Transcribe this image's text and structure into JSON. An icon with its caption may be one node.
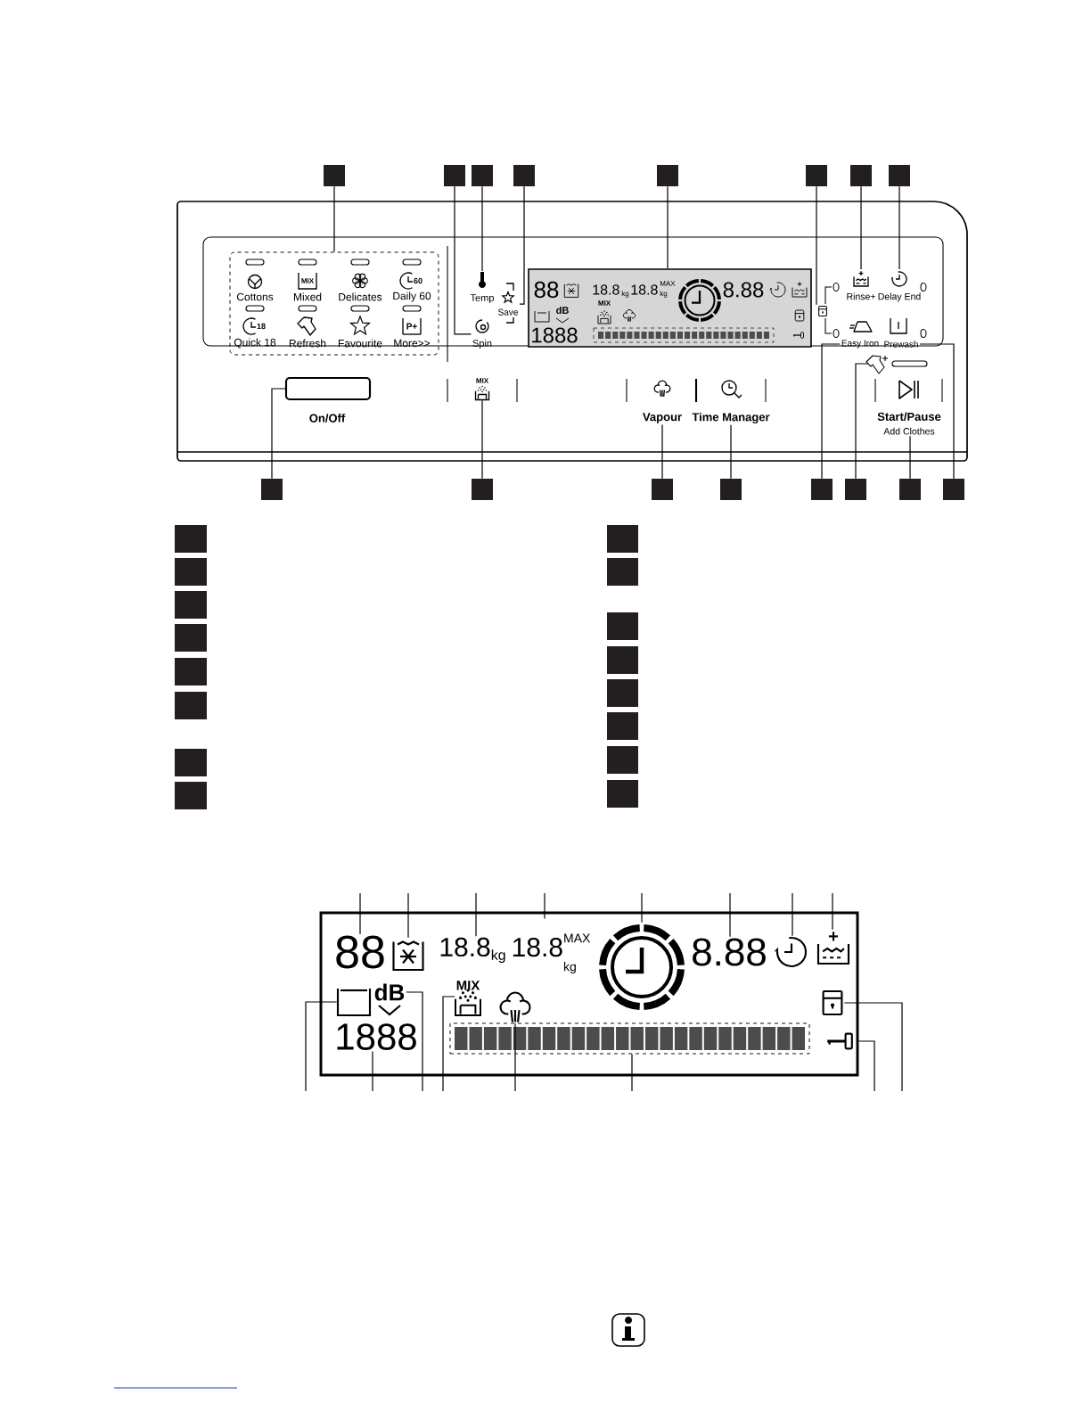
{
  "diagram": {
    "nodes": [
      {
        "text": [],
        "shape": "box"
      },
      {
        "text": [],
        "shape": "box"
      },
      {
        "text": [],
        "shape": "box"
      },
      {
        "text": [],
        "shape": "box"
      },
      {
        "text": [],
        "shape": "box"
      },
      {
        "text": [],
        "shape": "box"
      },
      {
        "text": [],
        "shape": "box"
      },
      {
        "text": [],
        "shape": "box"
      },
      {
        "text": [],
        "shape": "box"
      },
      {
        "text": [
          "Cottons",
          "Mixed",
          "Delicates",
          "Daily 60",
          "Quick 18",
          "Refresh",
          "Favourite",
          "More>>"
        ],
        "in": 8
      },
      {
        "text": [
          "Temp"
        ],
        "in": 8
      },
      {
        "text": [
          "Save"
        ],
        "in": 8
      },
      {
        "text": [
          "Spin"
        ],
        "in": 8
      },
      {
        "text": [
          "88",
          "18.8",
          "kg",
          "18.8",
          "MAX",
          "kg",
          "8.88",
          "dB",
          "MIX",
          "1888"
        ],
        "in": 8
      },
      {
        "text": [],
        "shape": "picture",
        "in": 8
      },
      {
        "text": [
          "Rinse+"
        ],
        "in": 8
      },
      {
        "text": [
          "Delay End"
        ],
        "in": 8
      },
      {
        "text": [
          "Easy Iron"
        ],
        "in": 8
      },
      {
        "text": [
          "Prewash"
        ],
        "in": 8
      },
      {
        "text": [],
        "shape": "picture",
        "in": 8
      },
      {
        "text": [
          "On/Off"
        ],
        "in": 8
      },
      {
        "text": [],
        "shape": "picture",
        "in": 8
      },
      {
        "text": [
          "Vapour"
        ],
        "in": 8
      },
      {
        "text": [
          "Time Manager"
        ],
        "in": 8
      },
      {
        "text": [
          "Start/Pause",
          "Add Clothes"
        ],
        "in": 8
      },
      {
        "text": [],
        "shape": "box"
      },
      {
        "text": [],
        "shape": "box"
      },
      {
        "text": [],
        "shape": "box"
      },
      {
        "text": [],
        "shape": "box"
      },
      {
        "text": [],
        "shape": "box"
      },
      {
        "text": [],
        "shape": "box"
      },
      {
        "text": [],
        "shape": "box"
      },
      {
        "text": [],
        "shape": "box"
      },
      {
        "text": [],
        "shape": "box"
      },
      {
        "text": [],
        "shape": "box"
      },
      {
        "text": [],
        "shape": "box"
      },
      {
        "text": [],
        "shape": "box"
      },
      {
        "text": [],
        "shape": "box"
      },
      {
        "text": [],
        "shape": "box"
      },
      {
        "text": [],
        "shape": "box"
      },
      {
        "text": [],
        "shape": "box"
      },
      {
        "text": [],
        "shape": "box"
      },
      {
        "text": [],
        "shape": "box"
      },
      {
        "text": [],
        "shape": "box"
      },
      {
        "text": [],
        "shape": "box"
      },
      {
        "text": [],
        "shape": "box"
      },
      {
        "text": [],
        "shape": "box"
      },
      {
        "text": [],
        "shape": "box"
      },
      {
        "text": [],
        "shape": "box"
      },
      {
        "text": [],
        "shape": "box"
      },
      {
        "text": [
          "88"
        ],
        "in": 49
      },
      {
        "text": [],
        "shape": "picture",
        "in": 49
      },
      {
        "text": [
          "18.8",
          "kg"
        ],
        "in": 49
      },
      {
        "text": [
          "18.8",
          "MAX",
          "kg"
        ],
        "in": 49
      },
      {
        "text": [],
        "shape": "picture",
        "in": 49
      },
      {
        "text": [
          "8.88"
        ],
        "in": 49
      },
      {
        "text": [],
        "shape": "picture",
        "in": 49
      },
      {
        "text": [],
        "shape": "picture",
        "in": 49
      },
      {
        "text": [],
        "shape": "picture",
        "in": 49
      },
      {
        "text": [
          "dB"
        ],
        "in": 49
      },
      {
        "text": [
          "MIX"
        ],
        "in": 49
      },
      {
        "text": [],
        "shape": "picture",
        "in": 49
      },
      {
        "text": [
          "1888"
        ],
        "in": 49
      },
      {
        "text": [],
        "shape": "bar",
        "in": 49
      },
      {
        "text": [],
        "shape": "picture",
        "in": 49
      },
      {
        "text": [],
        "shape": "picture",
        "in": 49
      }
    ],
    "edges": [
      {
        "from": 0,
        "to": 9,
        "arrow": "none"
      },
      {
        "from": 1,
        "to": 12,
        "arrow": "none"
      },
      {
        "from": 2,
        "to": 10,
        "arrow": "none"
      },
      {
        "from": 3,
        "to": 11,
        "arrow": "none"
      },
      {
        "from": 4,
        "to": 13,
        "arrow": "none"
      },
      {
        "from": 5,
        "to": 14,
        "arrow": "none"
      },
      {
        "from": 6,
        "to": 15,
        "arrow": "none"
      },
      {
        "from": 7,
        "to": 16,
        "arrow": "none"
      },
      {
        "from": 25,
        "to": 20,
        "arrow": "none"
      },
      {
        "from": 26,
        "to": 21,
        "arrow": "none"
      },
      {
        "from": 27,
        "to": 22,
        "arrow": "none"
      },
      {
        "from": 28,
        "to": 23,
        "arrow": "none"
      },
      {
        "from": 29,
        "to": 17,
        "arrow": "none"
      },
      {
        "from": 30,
        "to": 19,
        "arrow": "none"
      },
      {
        "from": 31,
        "to": 24,
        "arrow": "none"
      },
      {
        "from": 32,
        "to": 18,
        "arrow": "none"
      },
      {
        "from": null,
        "to": 50,
        "arrow": "none"
      },
      {
        "from": null,
        "to": 51,
        "arrow": "none"
      },
      {
        "from": null,
        "to": 52,
        "arrow": "none"
      },
      {
        "from": null,
        "to": 53,
        "arrow": "none"
      },
      {
        "from": null,
        "to": 54,
        "arrow": "none"
      },
      {
        "from": null,
        "to": 55,
        "arrow": "none"
      },
      {
        "from": null,
        "to": 56,
        "arrow": "none"
      },
      {
        "from": null,
        "to": 57,
        "arrow": "none"
      },
      {
        "from": null,
        "to": 58,
        "arrow": "none"
      },
      {
        "from": null,
        "to": 62,
        "arrow": "none"
      },
      {
        "from": null,
        "to": 59,
        "arrow": "none"
      },
      {
        "from": null,
        "to": 60,
        "arrow": "none"
      },
      {
        "from": null,
        "to": 61,
        "arrow": "none"
      },
      {
        "from": null,
        "to": 63,
        "arrow": "none"
      },
      {
        "from": null,
        "to": 65,
        "arrow": "none"
      },
      {
        "from": null,
        "to": 64,
        "arrow": "none"
      }
    ],
    "labels": [
      "MIX",
      "60",
      "18",
      "P+",
      "MIX"
    ]
  }
}
